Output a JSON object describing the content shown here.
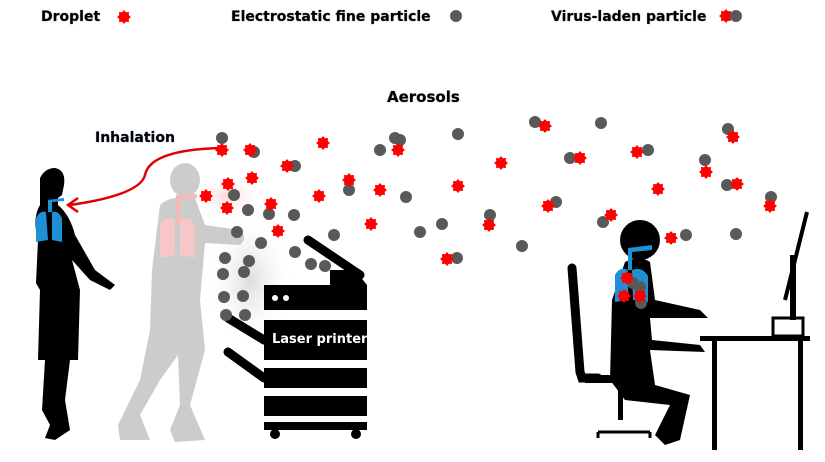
{
  "legend": {
    "droplet": {
      "label": "Droplet",
      "icon": "red-star-droplet"
    },
    "fine_particle": {
      "label": "Electrostatic fine particle",
      "icon": "gray-dot"
    },
    "virus_particle": {
      "label": "Virus-laden particle",
      "icon": "red-star-with-gray-dot"
    }
  },
  "labels": {
    "aerosols": "Aerosols",
    "inhalation": "Inhalation",
    "printer": "Laser printer"
  },
  "colors": {
    "droplet": "#ff0000",
    "particle": "#595959",
    "lungs_active": "#1e90d6",
    "lungs_faded": "#f7c6c6",
    "silhouette": "#000000",
    "ghost": "#cccccc",
    "arrow": "#e00000"
  },
  "figures": [
    {
      "name": "woman-inhaling",
      "description": "standing woman with blue respiratory tract"
    },
    {
      "name": "ghost-man-at-printer",
      "description": "faded man using printer, pink lungs"
    },
    {
      "name": "laser-printer",
      "description": "printer emitting particles"
    },
    {
      "name": "seated-office-worker",
      "description": "seated person at desk with computer, particles in lungs"
    }
  ]
}
